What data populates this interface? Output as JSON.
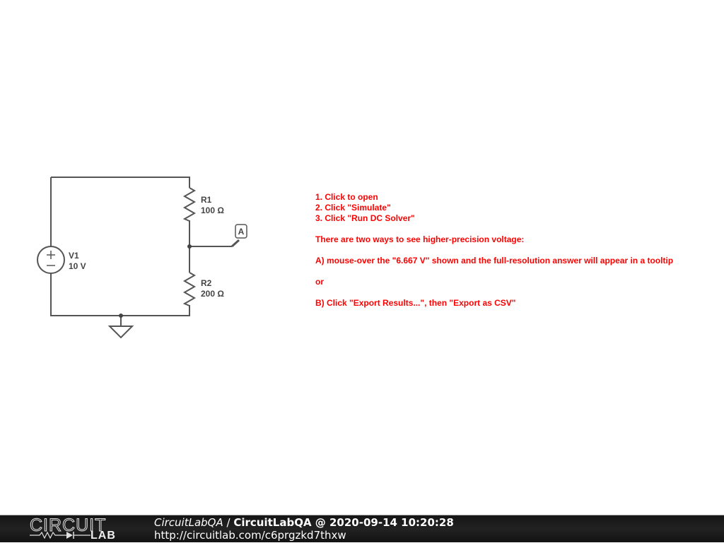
{
  "schematic": {
    "components": [
      {
        "id": "V1",
        "type": "dc-voltage-source",
        "name": "V1",
        "value": "10 V"
      },
      {
        "id": "R1",
        "type": "resistor",
        "name": "R1",
        "value": "100 Ω"
      },
      {
        "id": "R2",
        "type": "resistor",
        "name": "R2",
        "value": "200 Ω"
      },
      {
        "id": "A",
        "type": "node-label",
        "name": "A"
      },
      {
        "id": "GND",
        "type": "ground"
      }
    ]
  },
  "instructions": {
    "steps": [
      "1. Click to open",
      "2. Click \"Simulate\"",
      "3. Click \"Run DC Solver\""
    ],
    "intro": "There are two ways to see higher-precision voltage:",
    "option_a": "A) mouse-over the \"6.667 V\" shown and the full-resolution answer will appear in a tooltip",
    "or": "or",
    "option_b": "B) Click \"Export Results...\", then \"Export as CSV\"",
    "color": "#ff0000"
  },
  "footer": {
    "logo_top": "CIRCUIT",
    "logo_bottom": "LAB",
    "user": "CircuitLabQA",
    "separator": " / ",
    "title": "CircuitLabQA @ 2020-09-14 10:20:28",
    "url": "http://circuitlab.com/c6prgzkd7thxw"
  }
}
